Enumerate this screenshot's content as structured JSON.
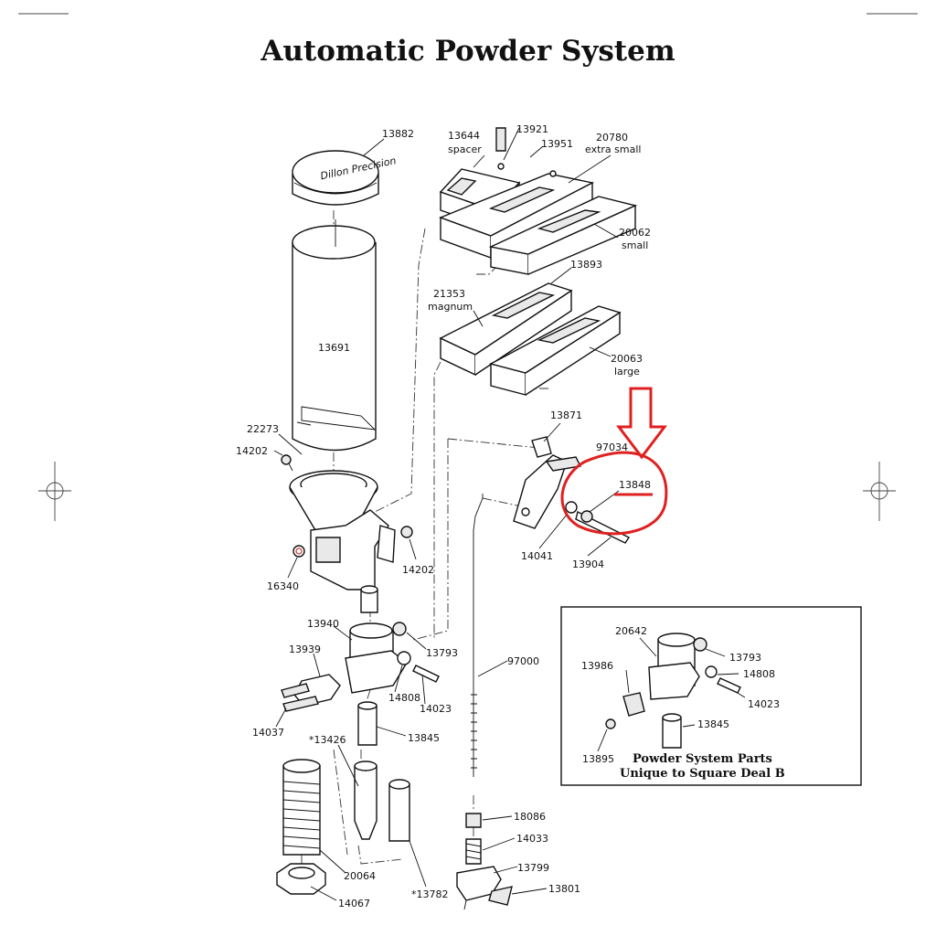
{
  "title": "Automatic Powder System",
  "inset": {
    "caption_line1": "Powder System Parts",
    "caption_line2": "Unique to Square Deal B"
  },
  "labels": {
    "p13882": "13882",
    "p13644": "13644",
    "spacer": "spacer",
    "p13921": "13921",
    "p13951": "13951",
    "p20780": "20780",
    "extra_small": "extra small",
    "p20062": "20062",
    "small": "small",
    "p13893": "13893",
    "p21353": "21353",
    "magnum": "magnum",
    "p20063": "20063",
    "large": "large",
    "p13691": "13691",
    "p22273": "22273",
    "p14202a": "14202",
    "p14202b": "14202",
    "p16340": "16340",
    "p13871": "13871",
    "p97034": "97034",
    "p13848": "13848",
    "p14041": "14041",
    "p13904": "13904",
    "p13940": "13940",
    "p13793": "13793",
    "p13939": "13939",
    "p14808": "14808",
    "p14023": "14023",
    "p14037": "14037",
    "p13426": "*13426",
    "p13845": "13845",
    "p97000": "97000",
    "p20064": "20064",
    "p14067": "14067",
    "p13782": "*13782",
    "p18086": "18086",
    "p14033": "14033",
    "p13799": "13799",
    "p13801": "13801",
    "i20642": "20642",
    "i13793": "13793",
    "i13986": "13986",
    "i14808": "14808",
    "i14023": "14023",
    "i13845": "13845",
    "i13895": "13895"
  },
  "logo_text": "Dillon Precision",
  "colors": {
    "annotation": "#e02020",
    "ink": "#111111"
  }
}
